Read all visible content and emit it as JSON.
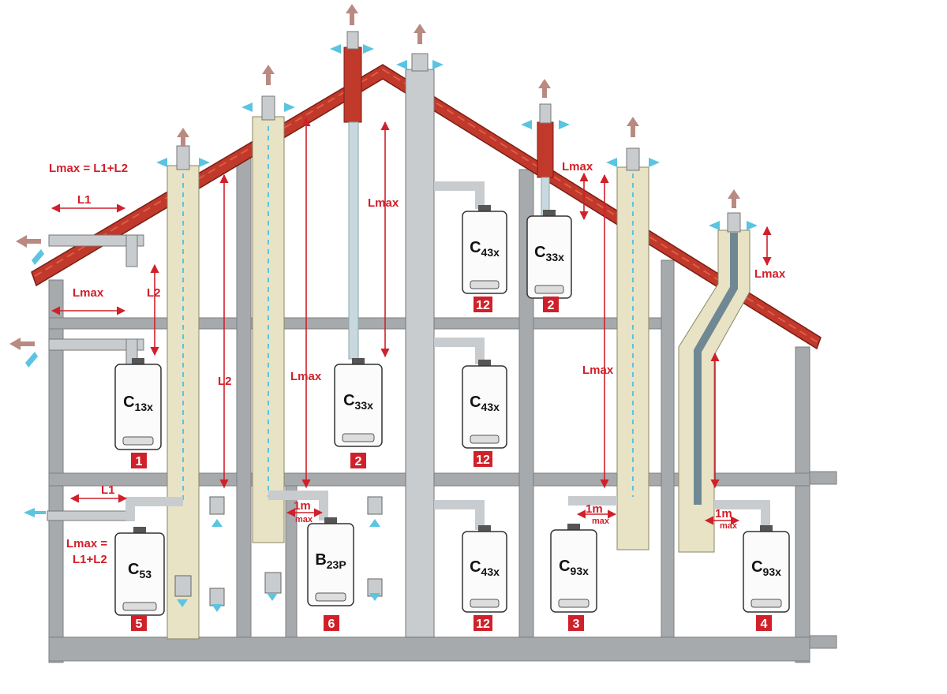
{
  "colors": {
    "wall": "#a7aaad",
    "wall_dark": "#7c7f82",
    "interior": "#ffffff",
    "chimney": "#e8e3c4",
    "pipe": "#c9ccce",
    "roof": "#c0392b",
    "dim": "#d0202a",
    "badge": "#d0202a",
    "arrow_out": "#b98a82",
    "arrow_in": "#5bc4e0"
  },
  "labels": {
    "lmax_l1_l2_top": "Lmax = L1+L2",
    "l1_top": "L1",
    "lmax_left": "Lmax",
    "l2_left": "L2",
    "l2_chimney": "L2",
    "lmax_mid_tall": "Lmax",
    "lmax_center_flue": "Lmax",
    "lmax_right_roof": "Lmax",
    "lmax_right_chimney": "Lmax",
    "lmax_right_diag": "Lmax",
    "l1_bottom": "L1",
    "lmax_bottom_a": "Lmax =",
    "lmax_bottom_b": "L1+L2",
    "one_m_a": "1m",
    "max_a": "max",
    "one_m_b": "1m",
    "max_b": "max",
    "one_m_c": "1m",
    "max_c": "max"
  },
  "boilers": [
    {
      "id": "c13x",
      "code": "C",
      "sub": "13x",
      "badge": "1"
    },
    {
      "id": "c33x_mid",
      "code": "C",
      "sub": "33x",
      "badge": "2"
    },
    {
      "id": "c43x_top",
      "code": "C",
      "sub": "43x",
      "badge": "12"
    },
    {
      "id": "c33x_top",
      "code": "C",
      "sub": "33x",
      "badge": "2"
    },
    {
      "id": "c43x_mid",
      "code": "C",
      "sub": "43x",
      "badge": "12"
    },
    {
      "id": "c53",
      "code": "C",
      "sub": "53",
      "badge": "5"
    },
    {
      "id": "b23p",
      "code": "B",
      "sub": "23P",
      "badge": "6"
    },
    {
      "id": "c43x_bot",
      "code": "C",
      "sub": "43x",
      "badge": "12"
    },
    {
      "id": "c93x_a",
      "code": "C",
      "sub": "93x",
      "badge": "3"
    },
    {
      "id": "c93x_b",
      "code": "C",
      "sub": "93x",
      "badge": "4"
    }
  ]
}
